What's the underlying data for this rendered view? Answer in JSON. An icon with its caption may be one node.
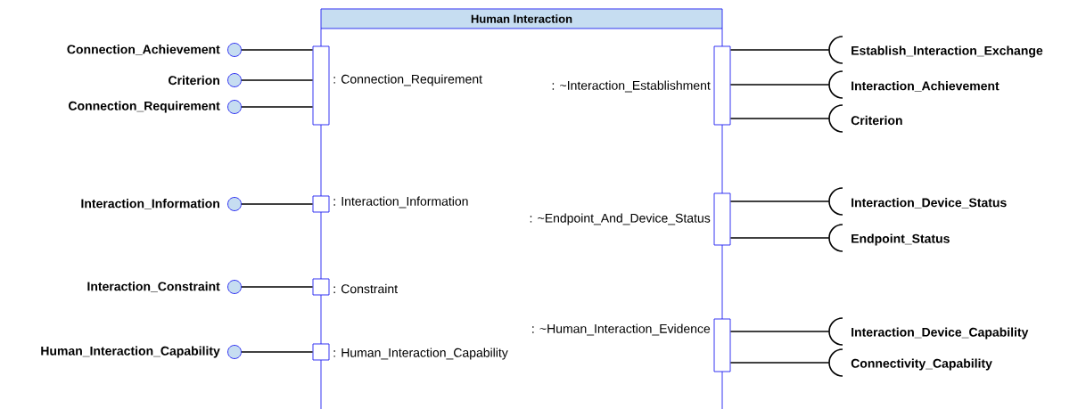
{
  "diagram": {
    "nodes": [
      {
        "text": [
          "Human Interaction"
        ]
      },
      {
        "text": [],
        "shape": "box",
        "beside": [
          ": Connection_Requirement"
        ]
      },
      {
        "text": [],
        "shape": "box",
        "beside": [
          ": ~Interaction_Establishment"
        ]
      },
      {
        "text": [],
        "shape": "box",
        "beside": [
          ": Interaction_Information"
        ]
      },
      {
        "text": [],
        "shape": "box",
        "beside": [
          ": ~Endpoint_And_Device_Status"
        ]
      },
      {
        "text": [],
        "shape": "box",
        "beside": [
          ": Constraint"
        ]
      },
      {
        "text": [],
        "shape": "box",
        "beside": [
          ": ~Human_Interaction_Evidence"
        ]
      },
      {
        "text": [],
        "shape": "box",
        "beside": [
          ": Human_Interaction_Capability"
        ]
      },
      {
        "text": [],
        "shape": "circle",
        "beside": [
          "Connection_Achievement"
        ]
      },
      {
        "text": [],
        "shape": "circle",
        "beside": [
          "Criterion"
        ]
      },
      {
        "text": [],
        "shape": "circle",
        "beside": [
          "Connection_Requirement"
        ]
      },
      {
        "text": [],
        "shape": "circle",
        "beside": [
          "Interaction_Information"
        ]
      },
      {
        "text": [],
        "shape": "circle",
        "beside": [
          "Interaction_Constraint"
        ]
      },
      {
        "text": [],
        "shape": "circle",
        "beside": [
          "Human_Interaction_Capability"
        ]
      },
      {
        "text": [],
        "shape": "socket",
        "beside": [
          "Establish_Interaction_Exchange"
        ]
      },
      {
        "text": [],
        "shape": "socket",
        "beside": [
          "Interaction_Achievement"
        ]
      },
      {
        "text": [],
        "shape": "socket",
        "beside": [
          "Criterion"
        ]
      },
      {
        "text": [],
        "shape": "socket",
        "beside": [
          "Interaction_Device_Status"
        ]
      },
      {
        "text": [],
        "shape": "socket",
        "beside": [
          "Endpoint_Status"
        ]
      },
      {
        "text": [],
        "shape": "socket",
        "beside": [
          "Interaction_Device_Capability"
        ]
      },
      {
        "text": [],
        "shape": "socket",
        "beside": [
          "Connectivity_Capability"
        ]
      }
    ],
    "edges": [
      {
        "from": 8,
        "to": 1,
        "arrow": "none"
      },
      {
        "from": 9,
        "to": 1,
        "arrow": "none"
      },
      {
        "from": 10,
        "to": 1,
        "arrow": "none"
      },
      {
        "from": 11,
        "to": 3,
        "arrow": "none"
      },
      {
        "from": 12,
        "to": 5,
        "arrow": "none"
      },
      {
        "from": 13,
        "to": 7,
        "arrow": "none"
      },
      {
        "from": 2,
        "to": 14,
        "arrow": "none"
      },
      {
        "from": 2,
        "to": 15,
        "arrow": "none"
      },
      {
        "from": 2,
        "to": 16,
        "arrow": "none"
      },
      {
        "from": 4,
        "to": 17,
        "arrow": "none"
      },
      {
        "from": 4,
        "to": 18,
        "arrow": "none"
      },
      {
        "from": 6,
        "to": 19,
        "arrow": "none"
      },
      {
        "from": 6,
        "to": 20,
        "arrow": "none"
      }
    ]
  }
}
